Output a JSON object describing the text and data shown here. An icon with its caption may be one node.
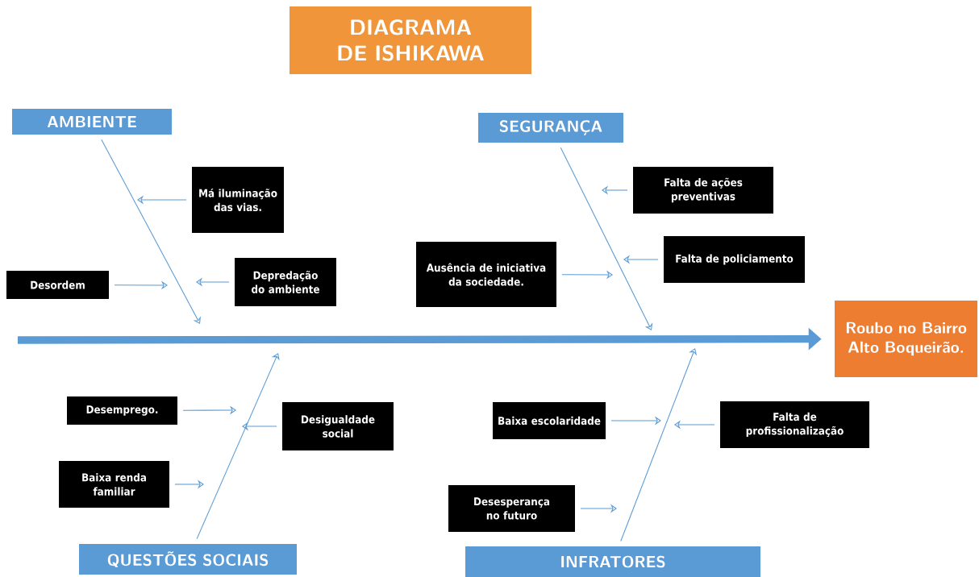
{
  "diagram": {
    "title": "DIAGRAMA DE ISHIKAWA",
    "nodes": [
      {
        "text": [
          "AMBIENTE"
        ]
      },
      {
        "text": [
          "SEGURANÇA"
        ]
      },
      {
        "text": [
          "QUESTÕES SOCIAIS"
        ]
      },
      {
        "text": [
          "INFRATORES"
        ]
      },
      {
        "text": [
          "Roubo no Bairro Alto Boqueirão."
        ]
      },
      {
        "text": [
          "Má iluminação das vias."
        ]
      },
      {
        "text": [
          "Desordem"
        ]
      },
      {
        "text": [
          "Depredação do ambiente"
        ]
      },
      {
        "text": [
          "Falta de ações preventivas"
        ]
      },
      {
        "text": [
          "Ausência de iniciativa da sociedade."
        ]
      },
      {
        "text": [
          "Falta de policiamento"
        ]
      },
      {
        "text": [
          "Desemprego."
        ]
      },
      {
        "text": [
          "Desigualdade social"
        ]
      },
      {
        "text": [
          "Baixa renda familiar"
        ]
      },
      {
        "text": [
          "Baixa escolaridade"
        ]
      },
      {
        "text": [
          "Falta de profissionalização"
        ]
      },
      {
        "text": [
          "Desesperança no futuro"
        ]
      }
    ],
    "edges": [
      {
        "from": null,
        "to": 4,
        "arrow": "to",
        "style": "thick"
      },
      {
        "from": 0,
        "to": null,
        "arrow": "to"
      },
      {
        "from": 1,
        "to": null,
        "arrow": "to"
      },
      {
        "from": 2,
        "to": null,
        "arrow": "to"
      },
      {
        "from": 3,
        "to": null,
        "arrow": "to"
      },
      {
        "from": 5,
        "to": null,
        "arrow": "to"
      },
      {
        "from": 6,
        "to": null,
        "arrow": "to"
      },
      {
        "from": 7,
        "to": null,
        "arrow": "to"
      },
      {
        "from": 8,
        "to": null,
        "arrow": "to"
      },
      {
        "from": 9,
        "to": null,
        "arrow": "to"
      },
      {
        "from": 10,
        "to": null,
        "arrow": "to"
      },
      {
        "from": 11,
        "to": null,
        "arrow": "to"
      },
      {
        "from": 12,
        "to": null,
        "arrow": "to"
      },
      {
        "from": 13,
        "to": null,
        "arrow": "to"
      },
      {
        "from": 14,
        "to": null,
        "arrow": "to"
      },
      {
        "from": 15,
        "to": null,
        "arrow": "to"
      },
      {
        "from": 16,
        "to": null,
        "arrow": "to"
      }
    ]
  }
}
